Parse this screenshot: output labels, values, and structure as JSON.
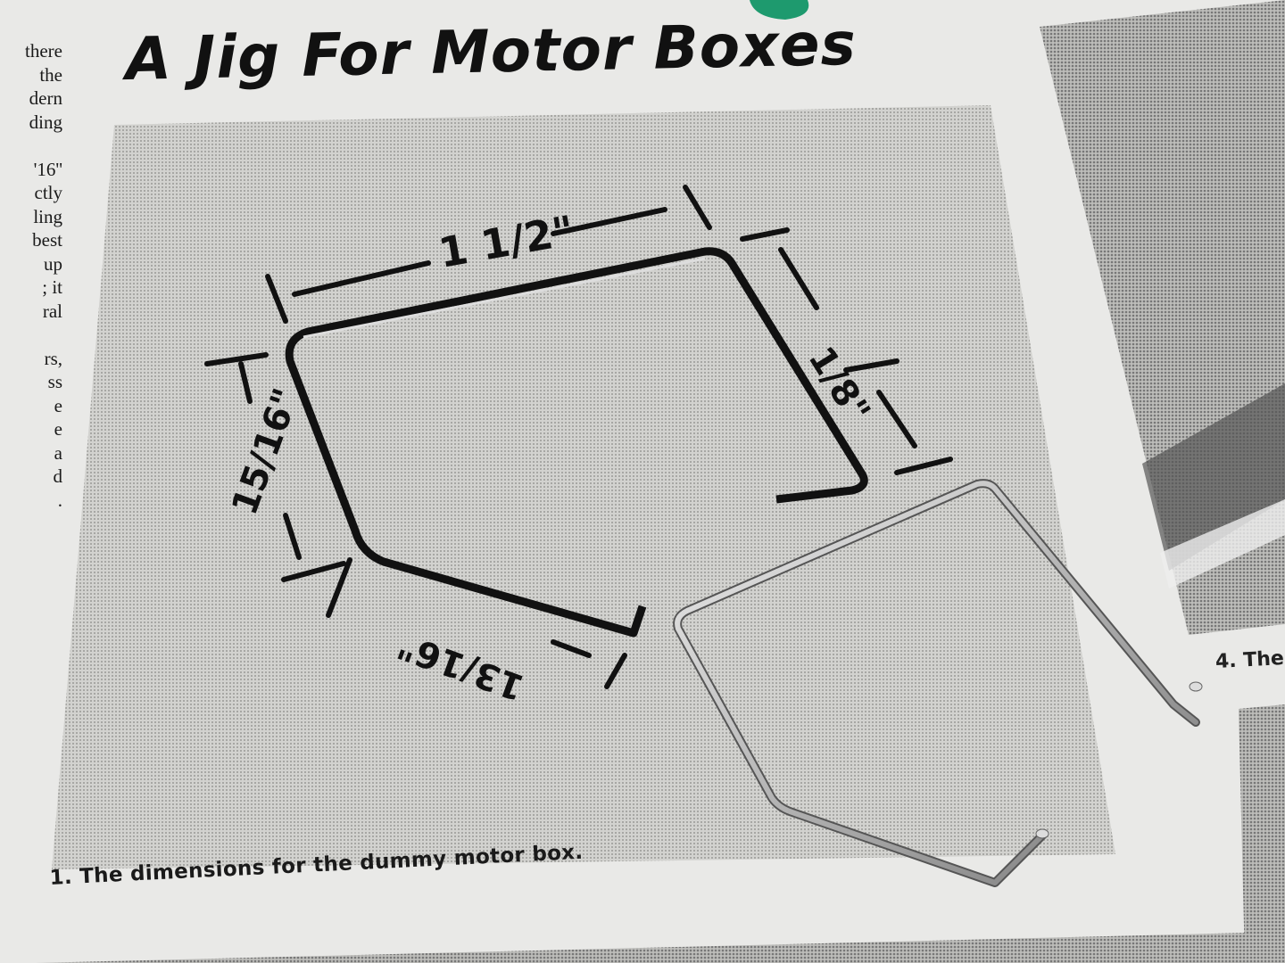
{
  "article": {
    "title": "A Jig For Motor Boxes",
    "left_column_fragments": [
      "there",
      "the",
      "dern",
      "ding",
      "",
      "'16''",
      "ctly",
      "ling",
      "best",
      "up",
      "; it",
      "ral",
      "",
      "rs,",
      "ss",
      "e",
      "e",
      "a",
      "d",
      "."
    ],
    "figure1_caption": "1. The dimensions for the dummy motor box.",
    "figure4_caption": "4. The"
  },
  "drawing": {
    "dimensions": {
      "top": "1 1/2\"",
      "right": "1/8\"",
      "left": "15/16\"",
      "bottom": "13/16\""
    }
  },
  "colors": {
    "paper": "#e9e9e7",
    "halftone": "#c9c9c6",
    "ink": "#111111",
    "tape": "#1e9a6e"
  }
}
